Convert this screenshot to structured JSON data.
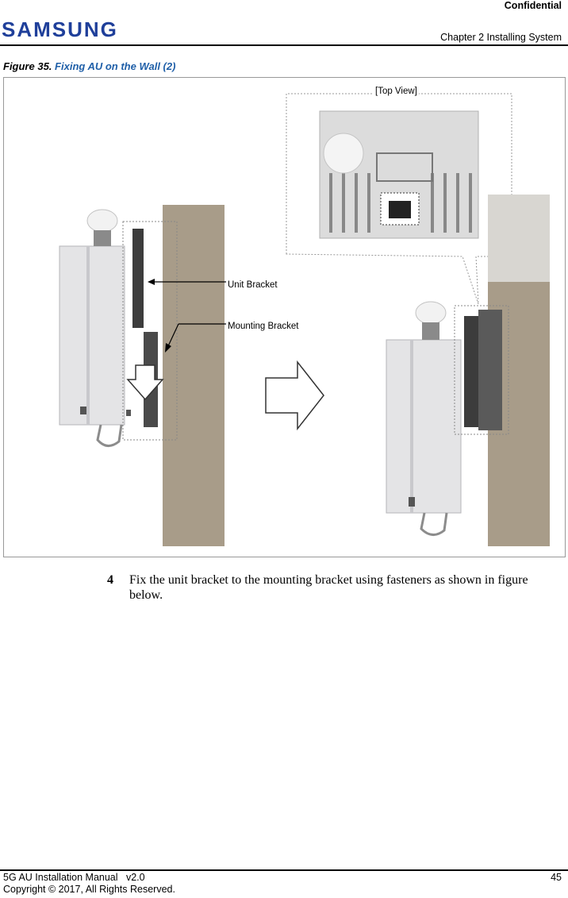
{
  "header": {
    "confidential": "Confidential",
    "logo_text": "SAMSUNG",
    "chapter": "Chapter 2 Installing System"
  },
  "figure": {
    "caption_prefix": "Figure 35.",
    "caption_title": "Fixing AU on the Wall (2)",
    "labels": {
      "top_view": "[Top View]",
      "unit_bracket": "Unit Bracket",
      "mounting_bracket": "Mounting Bracket"
    },
    "colors": {
      "wall": "#a89c89",
      "unit": "#e4e4e6",
      "logo": "#1f3f9a",
      "caption": "#1f5fa8"
    }
  },
  "step": {
    "number": "4",
    "text": "Fix the unit bracket to the mounting bracket using fasteners as shown in figure below."
  },
  "footer": {
    "manual": "5G AU Installation Manual   v2.0",
    "copyright": "Copyright © 2017, All Rights Reserved.",
    "page": "45"
  }
}
